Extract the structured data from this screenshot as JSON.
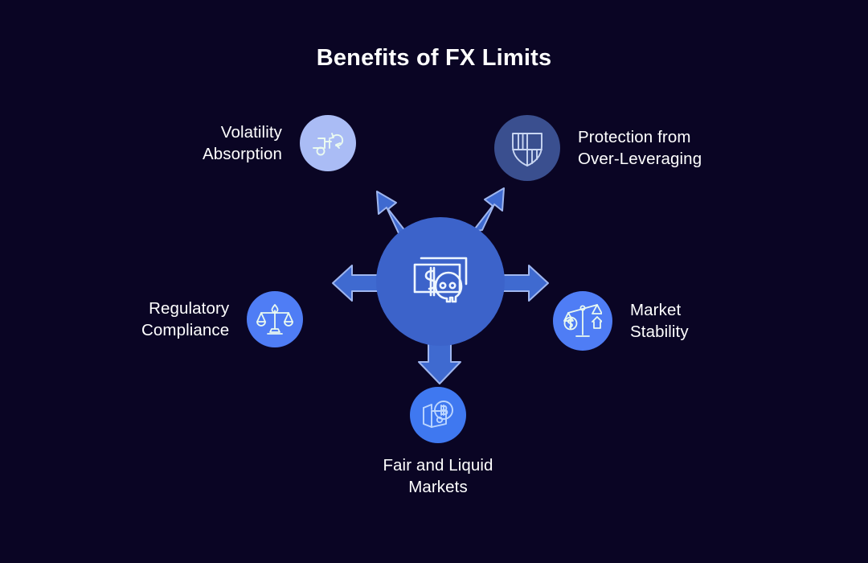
{
  "title": "Benefits of FX Limits",
  "theme": {
    "background": "#0a0524",
    "title_color": "#ffffff",
    "label_color": "#ffffff",
    "center_circle": "#3c63ca",
    "arrow_fill": "#3f6ad0",
    "arrow_stroke": "#9fb6ef",
    "icon_stroke_light": "#e8f6ff",
    "icon_stroke_dark": "#2b3f7a"
  },
  "center": {
    "icon": "money-skull-icon",
    "icon_label": "Banknotes with dollar sign and skull",
    "circle_color": "#3c63ca",
    "diameter": 160
  },
  "arrows": [
    {
      "name": "arrow-to-volatility",
      "direction": "up-left"
    },
    {
      "name": "arrow-to-protection",
      "direction": "up-right"
    },
    {
      "name": "arrow-to-regulatory",
      "direction": "left"
    },
    {
      "name": "arrow-to-market",
      "direction": "right"
    },
    {
      "name": "arrow-to-fair",
      "direction": "down"
    }
  ],
  "nodes": [
    {
      "id": "volatility",
      "label": "Volatility\nAbsorption",
      "icon": "shock-absorber-icon",
      "circle_color": "#aabcf5",
      "icon_color": "#eafaf0",
      "diameter": 70,
      "label_side": "left"
    },
    {
      "id": "protection",
      "label": "Protection from\nOver-Leveraging",
      "icon": "shield-icon",
      "circle_color": "#3a4f8f",
      "icon_color": "#c9d6f2",
      "diameter": 82,
      "label_side": "right"
    },
    {
      "id": "regulatory",
      "label": "Regulatory\nCompliance",
      "icon": "scales-of-justice-icon",
      "circle_color": "#4f7df5",
      "icon_color": "#eafaf0",
      "diameter": 70,
      "label_side": "left"
    },
    {
      "id": "market",
      "label": "Market\nStability",
      "icon": "balance-scale-house-icon",
      "circle_color": "#4f7df5",
      "icon_color": "#eafaf0",
      "diameter": 74,
      "label_side": "right"
    },
    {
      "id": "fair",
      "label": "Fair and Liquid\nMarkets",
      "icon": "wallet-bitcoin-icon",
      "circle_color": "#3f78f0",
      "icon_color": "#bcd6ff",
      "diameter": 70,
      "label_side": "below"
    }
  ]
}
